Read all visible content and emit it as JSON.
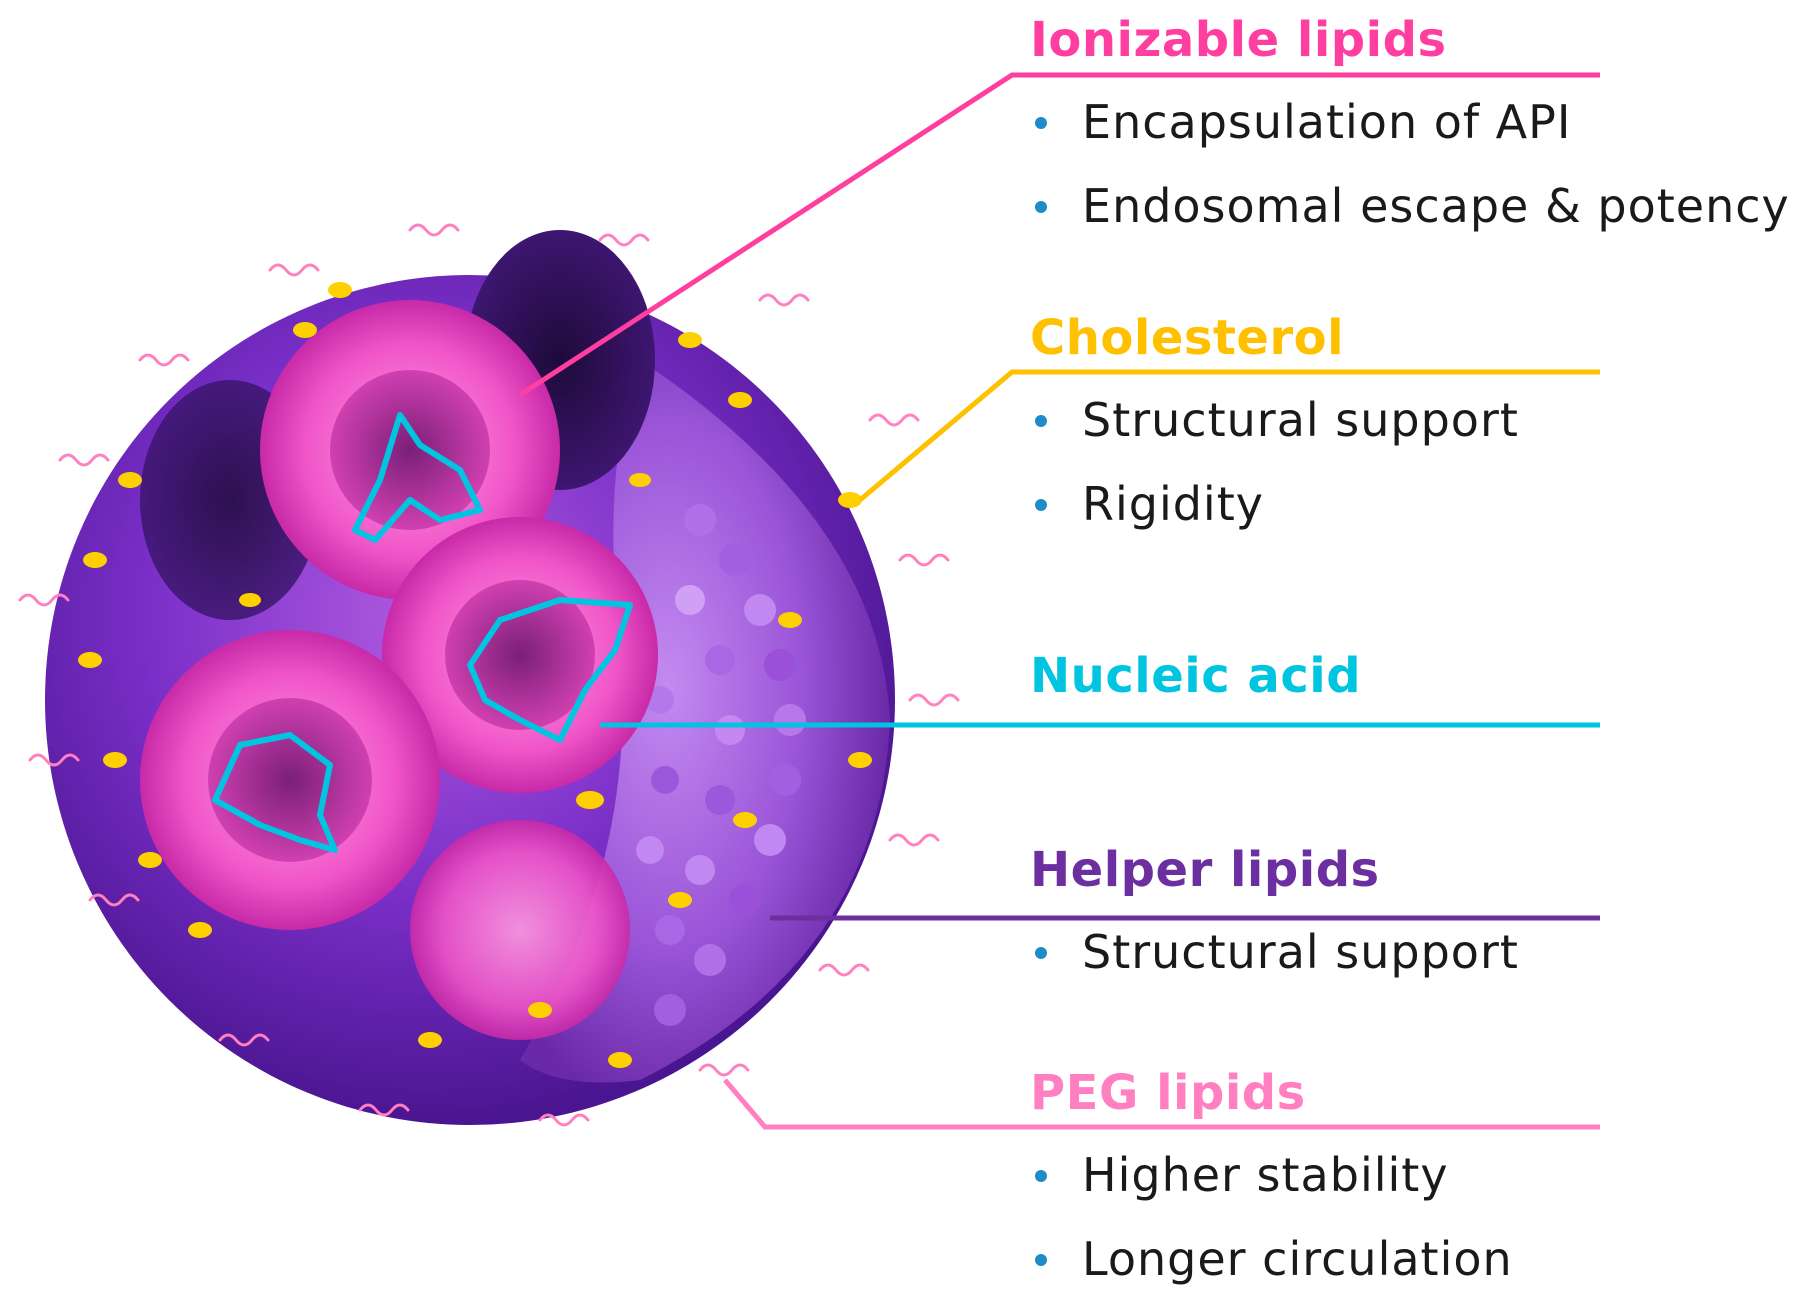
{
  "colors": {
    "ionizable": "#ff3fa0",
    "cholesterol": "#ffc000",
    "nucleic": "#00c5e0",
    "helper": "#6b2fa0",
    "peg": "#ff7fc0",
    "bullet": "#1d8cc8",
    "text": "#1a1a1a"
  },
  "components": [
    {
      "key": "ionizable",
      "label": "Ionizable lipids",
      "color": "#ff3fa0",
      "bullets": [
        "Encapsulation of API",
        "Endosomal escape & potency"
      ]
    },
    {
      "key": "cholesterol",
      "label": "Cholesterol",
      "color": "#ffc000",
      "bullets": [
        "Structural support",
        "Rigidity"
      ]
    },
    {
      "key": "nucleic",
      "label": "Nucleic acid",
      "color": "#00c5e0",
      "bullets": []
    },
    {
      "key": "helper",
      "label": "Helper lipids",
      "color": "#6b2fa0",
      "bullets": [
        "Structural support"
      ]
    },
    {
      "key": "peg",
      "label": "PEG lipids",
      "color": "#ff7fc0",
      "bullets": [
        "Higher stability",
        "Longer circulation"
      ]
    }
  ]
}
